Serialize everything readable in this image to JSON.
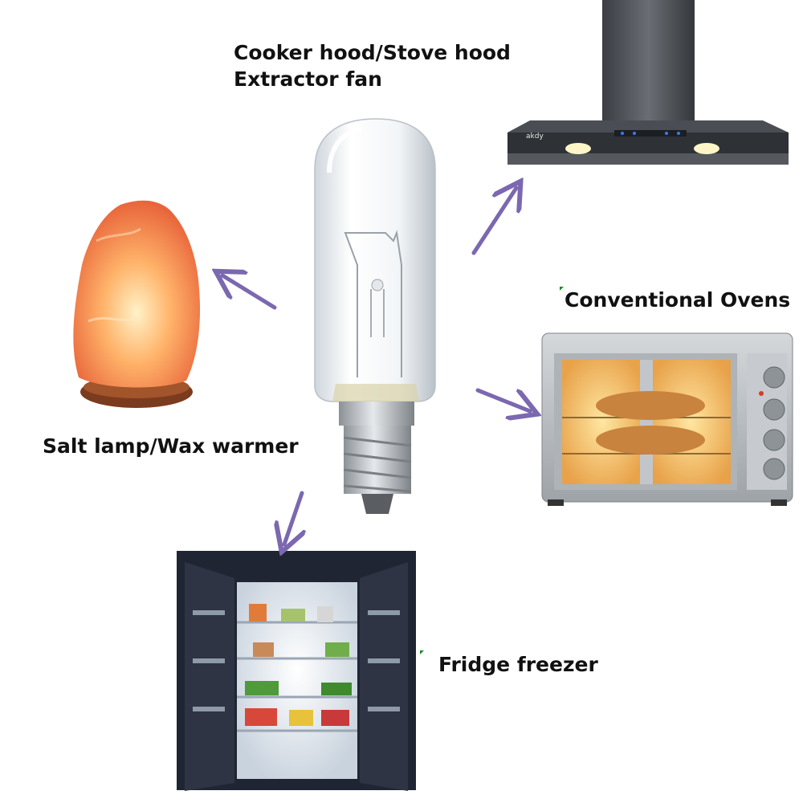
{
  "labels": {
    "hood_line1": "Cooker hood/Stove hood",
    "hood_line2": "Extractor fan",
    "ovens": "Conventional Ovens",
    "salt_lamp": "Salt lamp/Wax warmer",
    "fridge": "Fridge freezer"
  },
  "hood_brand": "akdy",
  "colors": {
    "arrow": "#7b68b0",
    "tick": "#1a8a2a",
    "salt_lamp": "#f08a4b",
    "steel": "#b8bcc0"
  }
}
